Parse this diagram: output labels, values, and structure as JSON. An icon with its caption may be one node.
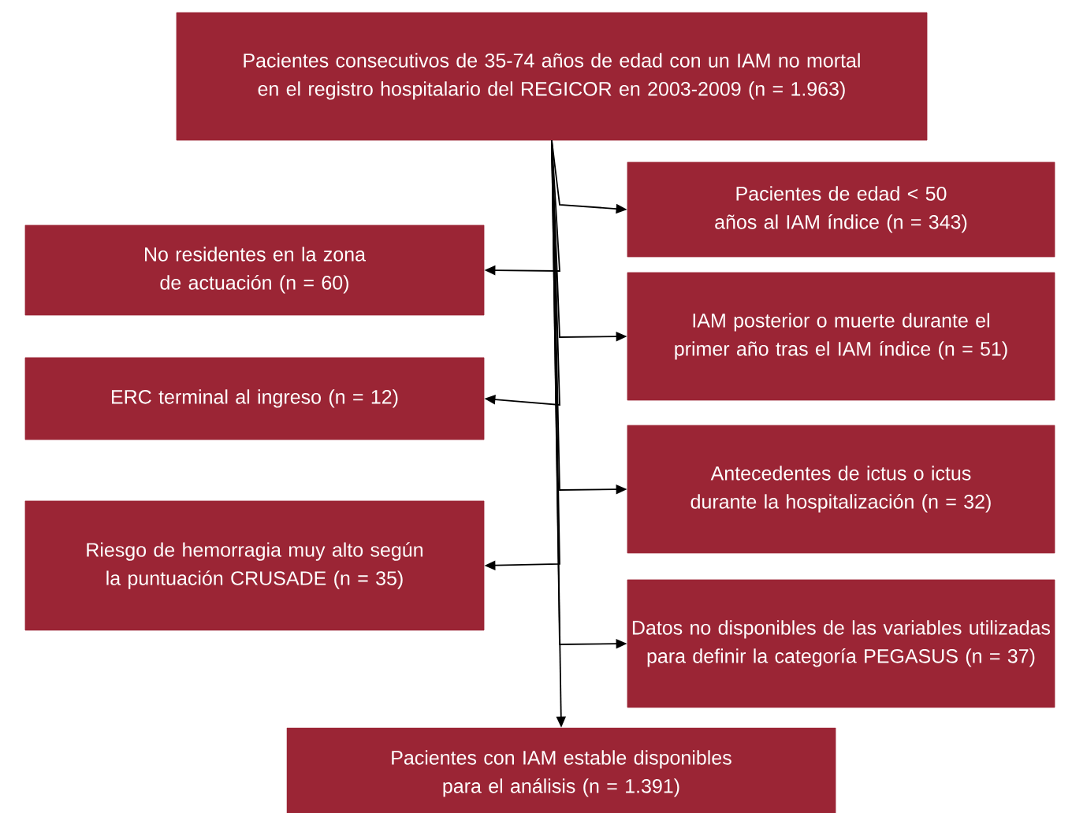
{
  "diagram": {
    "nodes": [
      {
        "text": [
          "Pacientes consecutivos de 35-74 años de edad con un IAM no mortal en el registro hospitalario del REGICOR en 2003-2009 (n = 1.963)"
        ]
      },
      {
        "text": [
          "Pacientes de edad < 50 años al IAM índice (n = 343)"
        ]
      },
      {
        "text": [
          "No residentes en la zona de actuación (n = 60)"
        ]
      },
      {
        "text": [
          "IAM posterior o muerte durante el primer año tras el IAM índice (n = 51)"
        ]
      },
      {
        "text": [
          "ERC terminal al ingreso (n = 12)"
        ]
      },
      {
        "text": [
          "Antecedentes de ictus o ictus durante la hospitalización (n = 32)"
        ]
      },
      {
        "text": [
          "Riesgo de hemorragia muy alto según la puntuación CRUSADE (n = 35)"
        ]
      },
      {
        "text": [
          "Datos no disponibles de las variables utilizadas para definir la categoría PEGASUS (n = 37)"
        ]
      },
      {
        "text": [
          "Pacientes con IAM estable disponibles para el análisis (n = 1.391)"
        ]
      }
    ],
    "edges": [
      {
        "from": 0,
        "to": 1,
        "arrow": "to"
      },
      {
        "from": 0,
        "to": 2,
        "arrow": "to"
      },
      {
        "from": 0,
        "to": 3,
        "arrow": "to"
      },
      {
        "from": 0,
        "to": 4,
        "arrow": "to"
      },
      {
        "from": 0,
        "to": 5,
        "arrow": "to"
      },
      {
        "from": 0,
        "to": 6,
        "arrow": "to"
      },
      {
        "from": 0,
        "to": 7,
        "arrow": "to"
      },
      {
        "from": 0,
        "to": 8,
        "arrow": "to"
      }
    ]
  }
}
